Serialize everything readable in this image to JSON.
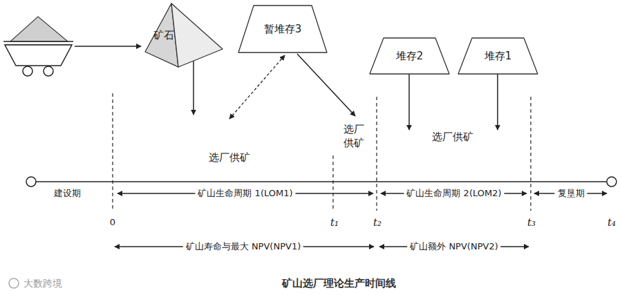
{
  "diagram": {
    "caption": "矿山选厂理论生产时间线",
    "nodes": [
      {
        "text": [
          "矿石"
        ]
      },
      {
        "text": [
          "暂堆存3"
        ]
      },
      {
        "text": [
          "堆存2"
        ]
      },
      {
        "text": [
          "堆存1"
        ]
      }
    ],
    "labels": [
      "选厂供矿",
      "选厂 供矿",
      "选厂供矿",
      "建设期",
      "矿山生命周期 1(LOM1)",
      "矿山生命周期 2(LOM2)",
      "复垦期",
      "0",
      "t₁",
      "t₂",
      "t₃",
      "t₄",
      "矿山寿命与最大 NPV(NPV1)",
      "矿山额外 NPV(NPV2)",
      "大数跨境"
    ]
  }
}
